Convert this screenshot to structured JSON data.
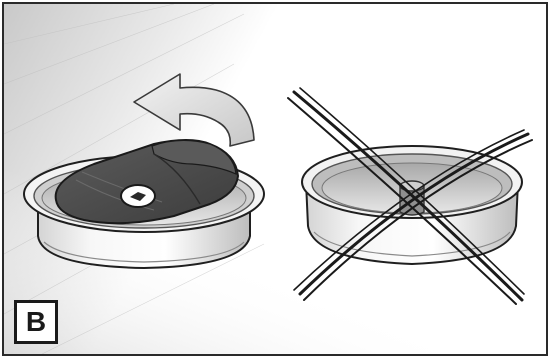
{
  "panel": {
    "label": "B"
  },
  "illustrations": {
    "left": {
      "subject": "container-with-dark-cap",
      "arrow": "curved-arrow-left-icon"
    },
    "right": {
      "subject": "empty-container",
      "mark": "cross-x-icon"
    }
  },
  "colors": {
    "cap": "#4a4a4a",
    "arrow_fill": "#d9d9d9",
    "outline": "#1f1f1f",
    "background_shade": "#cfcfcf"
  }
}
